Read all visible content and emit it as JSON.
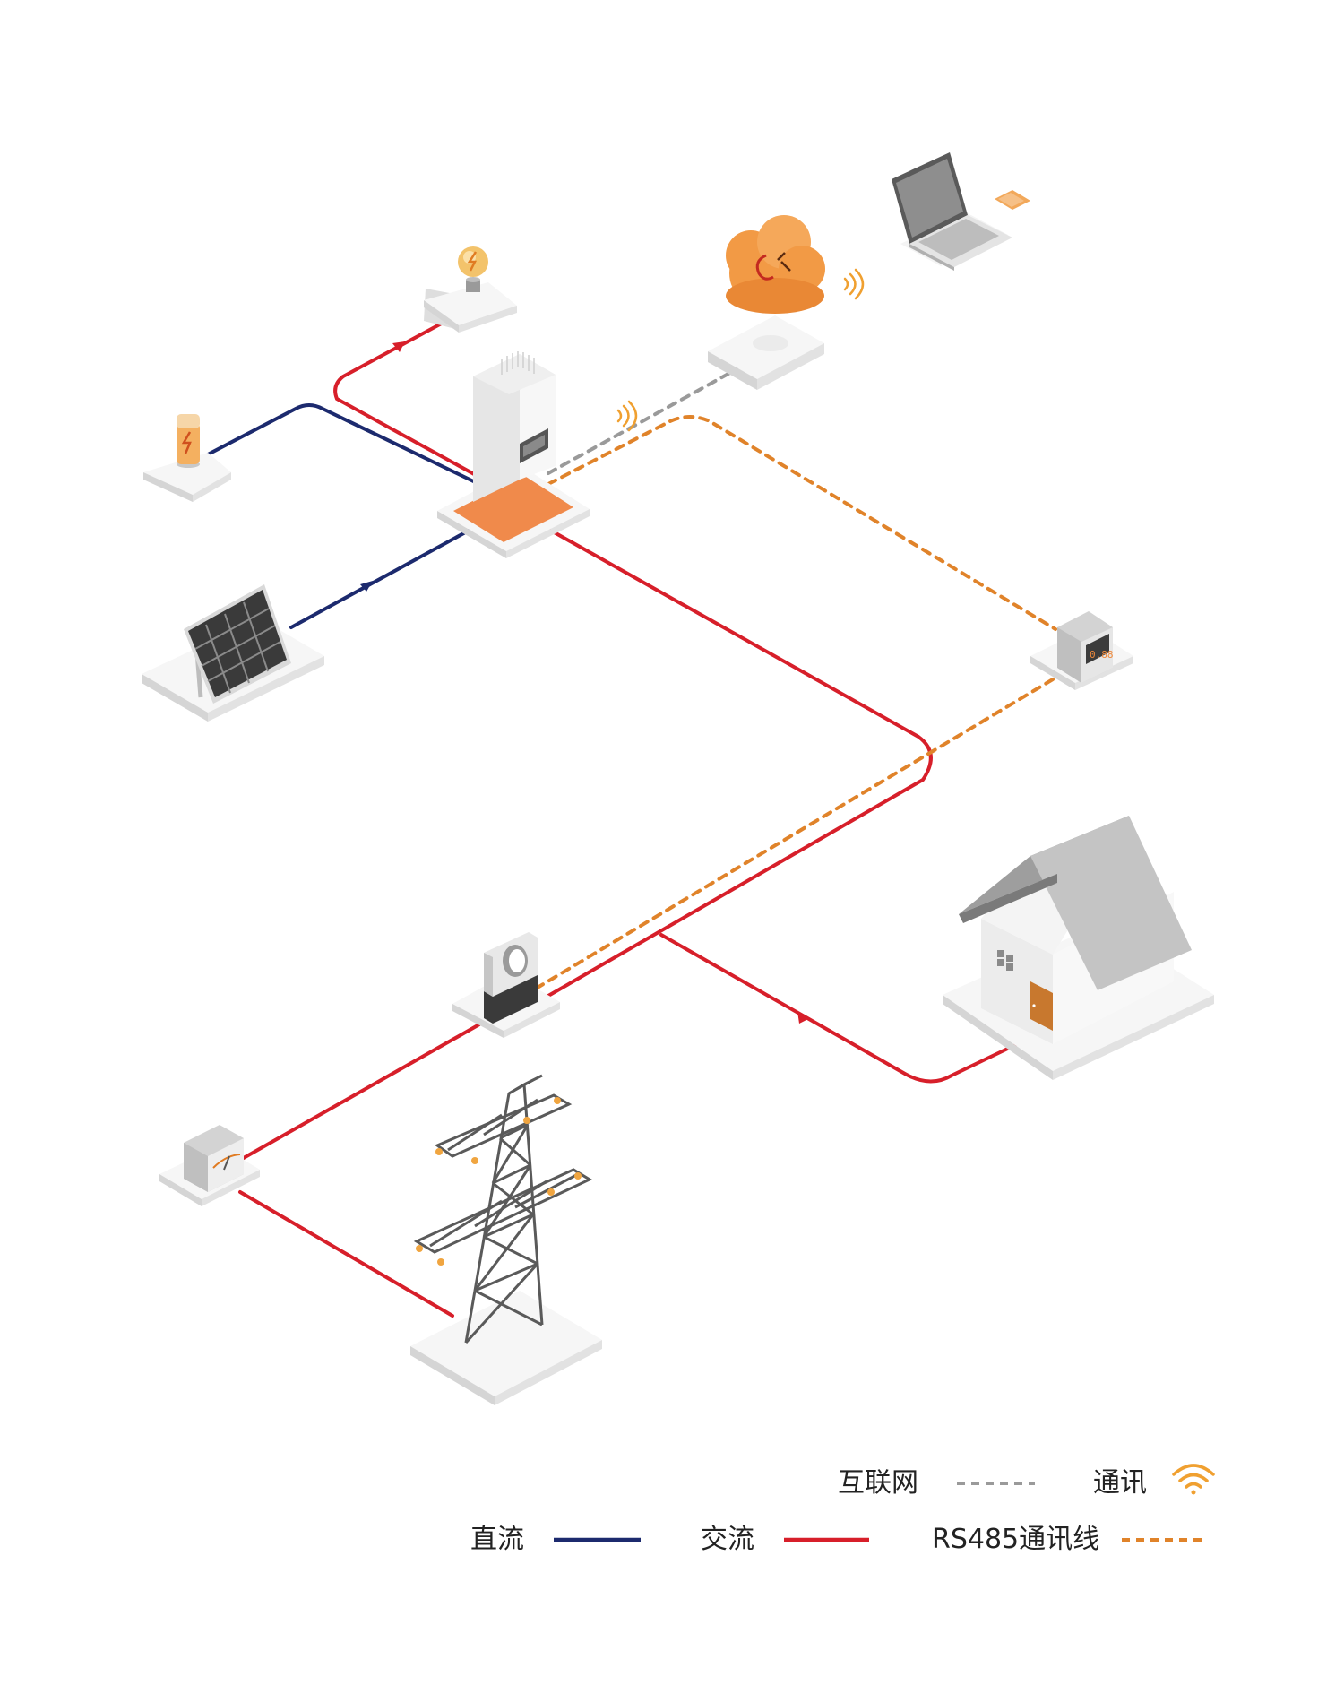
{
  "colors": {
    "dc": "#1c2a6e",
    "ac": "#d71f2a",
    "internet": "#9a9a9a",
    "rs485": "#e0832a",
    "wireless": "#f0a030",
    "platform": "#f3f3f3",
    "inverter_glow": "#f08a4b"
  },
  "icons": {
    "bulb": "lightbulb-icon",
    "battery": "battery-icon",
    "inverter": "inverter-icon",
    "solar": "solar-panel-icon",
    "cloud": "cloud-icon",
    "laptop": "laptop-icon",
    "meter_digital": "smart-meter-icon",
    "ct": "current-transformer-icon",
    "meter_analog": "grid-meter-icon",
    "tower": "transmission-tower-icon",
    "house": "house-icon",
    "wifi": "wifi-icon"
  },
  "legend": {
    "internet": "互联网",
    "communication": "通讯",
    "dc": "直流",
    "ac": "交流",
    "rs485": "RS485通讯线"
  }
}
